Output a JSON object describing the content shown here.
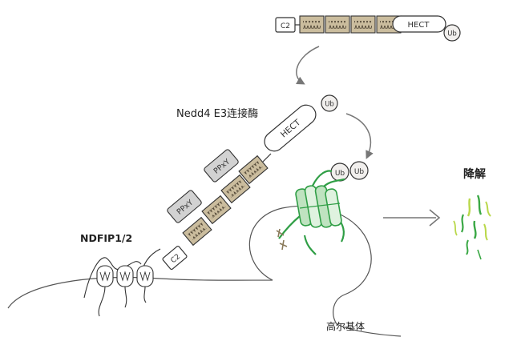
{
  "labels": {
    "nedd4": "Nedd4 E3连接酶",
    "ndfip": "NDFIP1/2",
    "degradation": "降解",
    "golgi": "高尔基体"
  },
  "domains": {
    "c2": "C2",
    "hect": "HECT",
    "ub": "Ub",
    "ppxy": "PPxY",
    "ww": "WW"
  },
  "colors": {
    "ww_fill": "#cbbd9e",
    "ppxy_fill": "#d2d2d2",
    "ub_fill": "#f1efed",
    "channel_green": "#2f9e45",
    "channel_light": "#bfe3c0",
    "fragment_green": "#3aa845",
    "fragment_lime": "#b9d84a",
    "line_gray": "#555555",
    "arrow_gray": "#777777"
  }
}
